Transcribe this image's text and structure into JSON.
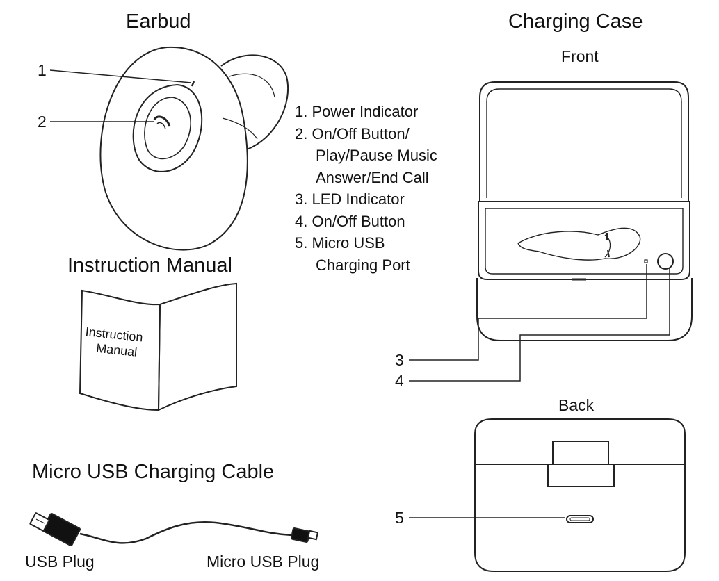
{
  "titles": {
    "earbud": "Earbud",
    "charging_case": "Charging Case",
    "front": "Front",
    "back": "Back",
    "instruction_manual": "Instruction Manual",
    "cable": "Micro USB Charging Cable"
  },
  "callouts": {
    "one": "1",
    "two": "2",
    "three": "3",
    "four": "4",
    "five": "5"
  },
  "features": [
    {
      "num": "1.",
      "text": "Power Indicator"
    },
    {
      "num": "2.",
      "text": "On/Off Button/"
    },
    {
      "num": "",
      "text": "Play/Pause Music"
    },
    {
      "num": "",
      "text": "Answer/End Call"
    },
    {
      "num": "3.",
      "text": "LED Indicator"
    },
    {
      "num": "4.",
      "text": "On/Off Button"
    },
    {
      "num": "5.",
      "text": "Micro USB"
    },
    {
      "num": "",
      "text": "Charging Port"
    }
  ],
  "manual_cover": {
    "line1": "Instruction",
    "line2": "Manual"
  },
  "cable_labels": {
    "usb_plug": "USB Plug",
    "micro_usb_plug": "Micro USB Plug"
  }
}
